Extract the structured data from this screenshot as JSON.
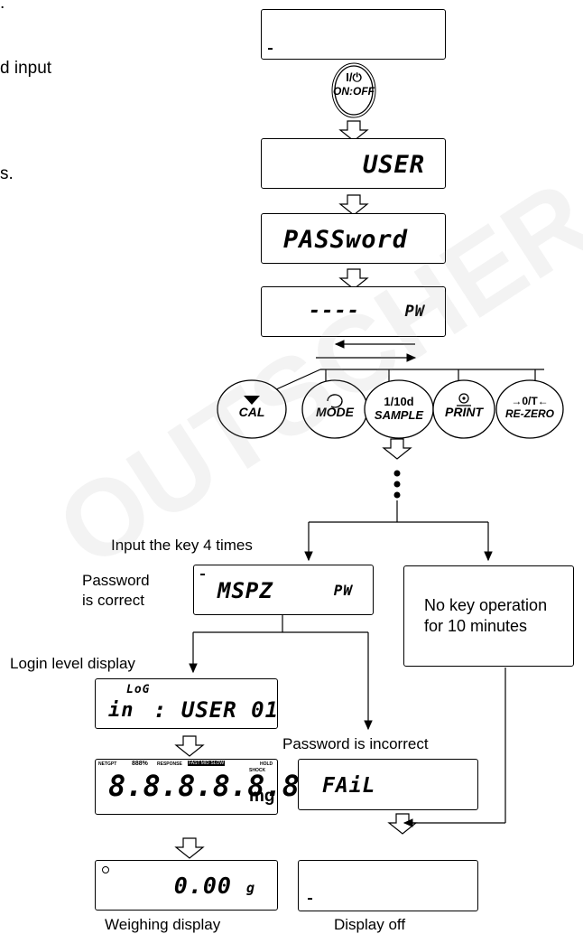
{
  "side_text": {
    "line1": ".",
    "line2": "d input",
    "line3": "s."
  },
  "displays": {
    "off_top_text": "",
    "user": "USER",
    "password": "PASSword",
    "pw_entry_digits": "----",
    "pw_entry_unit": "PW",
    "password_code": "MSPZ",
    "password_code_unit": "PW",
    "login_line1": "LoG",
    "login_line2_prefix": "in",
    "login_line2_value": ": USER 01",
    "fail": "FAiL",
    "weighing_value": "0.00",
    "weighing_unit": "g",
    "full_segment_digits": "8.8.8.8.8.8.8"
  },
  "power_key": {
    "line1": "I/⏻",
    "line2": "ON:OFF"
  },
  "keys": [
    {
      "line1": "",
      "line2": "CAL"
    },
    {
      "line1": "",
      "line2": "MODE"
    },
    {
      "line1": "1/10d",
      "line2": "SAMPLE"
    },
    {
      "line1": "",
      "line2": "PRINT"
    },
    {
      "line1": "→0/T←",
      "line2": "RE-ZERO"
    }
  ],
  "labels": {
    "input_key_4": "Input the key 4 times",
    "password_correct": "Password\nis correct",
    "no_key_op": "No key operation\nfor 10 minutes",
    "login_level": "Login level display",
    "password_incorrect": "Password is incorrect",
    "weighing_display": "Weighing display",
    "display_off": "Display off"
  },
  "lcd_indicators": {
    "net_gpt": "NETGPT",
    "percent": "888%",
    "response": "RESPONSE",
    "speeds": "FAST MID SLOW",
    "hold": "HOLD",
    "shock": "SHOCK",
    "unit": "mg"
  },
  "watermark": "OUTSCHER SAS"
}
